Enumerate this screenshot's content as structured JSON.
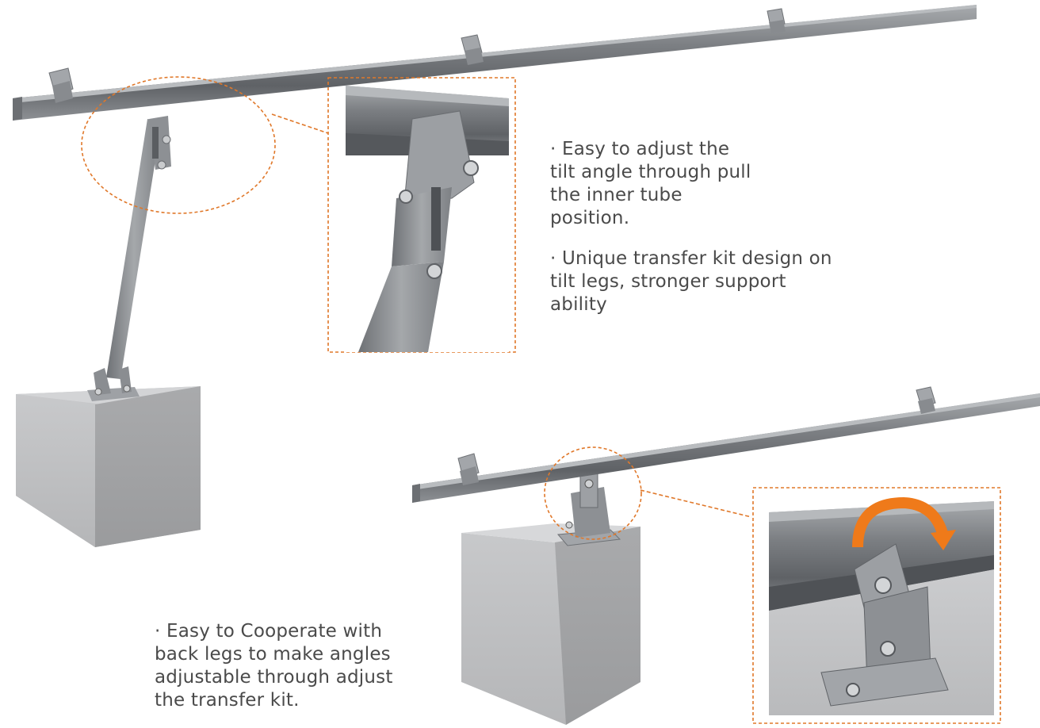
{
  "captions": {
    "tilt_adjust": "· Easy to adjust the tilt angle through pull the inner tube position.",
    "transfer_kit": "· Unique transfer kit design on tilt legs, stronger support ability",
    "cooperate": "· Easy to Cooperate with back legs to make angles adjustable through adjust the transfer kit."
  },
  "colors": {
    "accent_orange": "#e0782a",
    "arrow_orange": "#ef7a1a",
    "aluminum": "#8c8f93",
    "concrete": "#bfc0c2",
    "text": "#4a4a4a"
  }
}
